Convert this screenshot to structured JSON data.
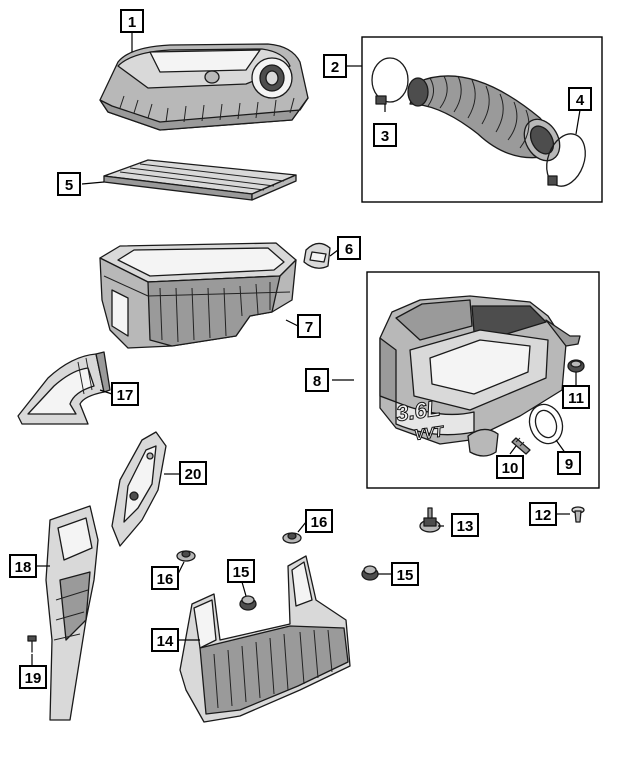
{
  "callouts": [
    {
      "id": "c1",
      "label": "1"
    },
    {
      "id": "c2",
      "label": "2"
    },
    {
      "id": "c3",
      "label": "3"
    },
    {
      "id": "c4",
      "label": "4"
    },
    {
      "id": "c5",
      "label": "5"
    },
    {
      "id": "c6",
      "label": "6"
    },
    {
      "id": "c7",
      "label": "7"
    },
    {
      "id": "c8",
      "label": "8"
    },
    {
      "id": "c9",
      "label": "9"
    },
    {
      "id": "c10",
      "label": "10"
    },
    {
      "id": "c11",
      "label": "11"
    },
    {
      "id": "c12",
      "label": "12"
    },
    {
      "id": "c13",
      "label": "13"
    },
    {
      "id": "c14",
      "label": "14"
    },
    {
      "id": "c15a",
      "label": "15"
    },
    {
      "id": "c15b",
      "label": "15"
    },
    {
      "id": "c16a",
      "label": "16"
    },
    {
      "id": "c16b",
      "label": "16"
    },
    {
      "id": "c17",
      "label": "17"
    },
    {
      "id": "c18",
      "label": "18"
    },
    {
      "id": "c19",
      "label": "19"
    },
    {
      "id": "c20",
      "label": "20"
    }
  ],
  "engine_cover_text": {
    "line1": "3.6L",
    "line2": "VVT"
  }
}
